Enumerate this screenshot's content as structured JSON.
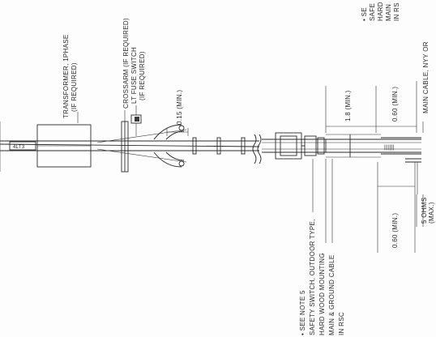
{
  "labels": {
    "transformer": "TRANSFORMER, 1PHASE",
    "transformer_req": "(IF REQUIRED)",
    "crossarm": "CROSSARM (IF REQUIRED)",
    "lt_fuse": "LT FUSE SWITCH",
    "lt_fuse_req": "(IF REQUIRED)",
    "dim_015": "0.15 (MIN.)",
    "dim_18": "1.8 (MIN.)",
    "dim_060_top": "0.60 (MIN.)",
    "dim_060_bottom": "0.60 (MIN.)",
    "ohms_1": "5 OHMS",
    "ohms_2": "(MAX.)",
    "main_cable": "MAIN CABLE, NYY OR",
    "right_note_1": "• SE",
    "right_note_2": "SAFE",
    "right_note_3": "HARD",
    "right_note_4": "MAIN",
    "right_note_5": "IN RS",
    "left_note_1": "• SEE NOTE 5",
    "left_note_2": "SAFETY SWITCH, OUTDOOR TYPE,",
    "left_note_3": "HARD WOOD MOUNTING",
    "left_note_4": "MAIN & GROUND CABLE",
    "left_note_5": "IN RSC",
    "pole_tag": "4LT3",
    "ground_mark": "||||||"
  }
}
